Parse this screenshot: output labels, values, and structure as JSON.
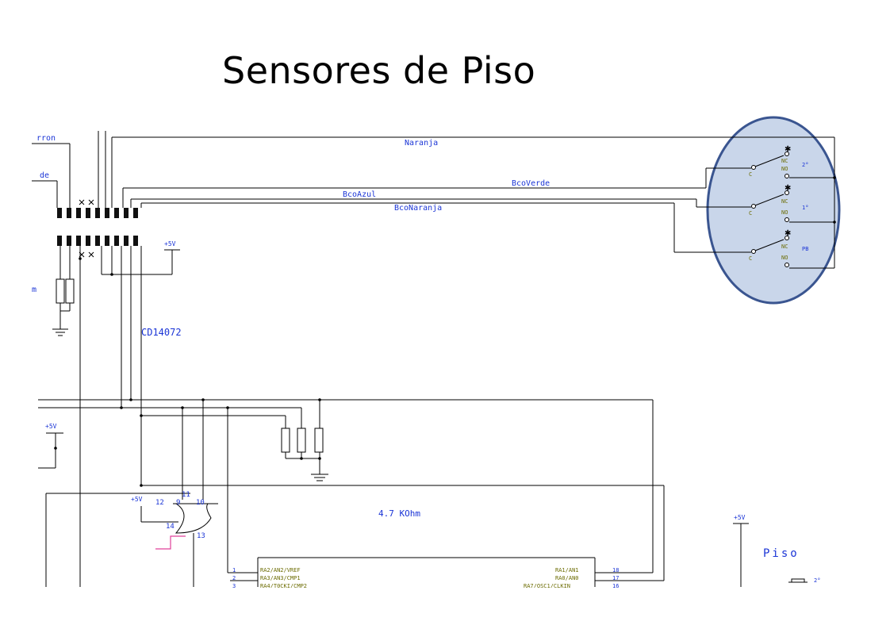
{
  "title": "Sensores de Piso",
  "colors": {
    "wire": "#000000",
    "label": "#1b35d6",
    "pin": "#6b6b00",
    "highlight_fill": "#c9d6ea",
    "highlight_stroke": "#3a5590",
    "pulse": "#e0409a"
  },
  "left_edge": {
    "label1": "rron",
    "label2": "de",
    "label3": "m"
  },
  "wires": {
    "naranja": "Naranja",
    "bco_verde": "BcoVerde",
    "bco_azul": "BcoAzul",
    "bco_naranja": "BcoNaranja"
  },
  "chip_label": "CD14072",
  "resistor_label": "4.7 KOhm",
  "supply": "+5V",
  "switches": [
    {
      "nc": "NC",
      "no": "NO",
      "c": "C",
      "floor": "2°"
    },
    {
      "nc": "NC",
      "no": "NO",
      "c": "C",
      "floor": "1°"
    },
    {
      "nc": "NC",
      "no": "NO",
      "c": "C",
      "floor": "PB"
    }
  ],
  "gate_pins": {
    "p11": "11",
    "p12": "12",
    "p9": "9",
    "p10": "10",
    "p14": "14",
    "p13": "13"
  },
  "mcu": {
    "left": [
      {
        "num": "1",
        "name": "RA2/AN2/VREF"
      },
      {
        "num": "2",
        "name": "RA3/AN3/CMP1"
      },
      {
        "num": "3",
        "name": "RA4/T0CKI/CMP2"
      }
    ],
    "right": [
      {
        "num": "18",
        "name": "RA1/AN1"
      },
      {
        "num": "17",
        "name": "RA0/AN0"
      },
      {
        "num": "16",
        "name": "RA7/OSC1/CLKIN"
      }
    ]
  },
  "piso": {
    "label": "Piso",
    "floor": "2°"
  }
}
